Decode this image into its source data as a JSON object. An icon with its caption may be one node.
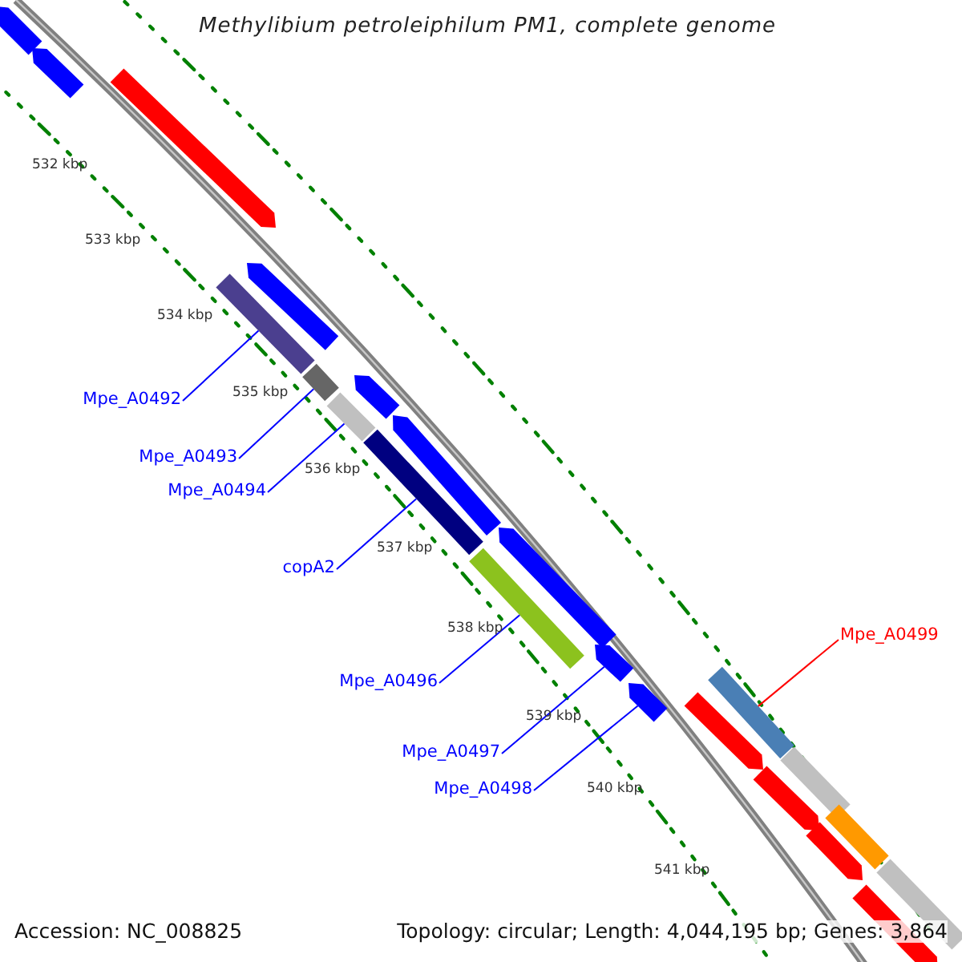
{
  "diagram": {
    "title": "Methylibium petroleiphilum PM1, complete genome",
    "nodes": [
      {
        "text": [
          "Mpe_A0492"
        ]
      },
      {
        "text": [
          "Mpe_A0493"
        ]
      },
      {
        "text": [
          "Mpe_A0494"
        ]
      },
      {
        "text": [
          "copA2"
        ]
      },
      {
        "text": [
          "Mpe_A0496"
        ]
      },
      {
        "text": [
          "Mpe_A0497"
        ]
      },
      {
        "text": [
          "Mpe_A0498"
        ]
      },
      {
        "text": [
          "Mpe_A0499"
        ]
      },
      {
        "text": [],
        "shape": "bar"
      },
      {
        "text": [],
        "shape": "bar"
      },
      {
        "text": [],
        "shape": "bar"
      },
      {
        "text": [],
        "shape": "bar"
      },
      {
        "text": [],
        "shape": "bar"
      },
      {
        "text": [],
        "shape": "bar"
      },
      {
        "text": [],
        "shape": "bar"
      },
      {
        "text": [],
        "shape": "bar"
      },
      {
        "text": [],
        "shape": "bar"
      },
      {
        "text": [],
        "shape": "bar"
      },
      {
        "text": [],
        "shape": "bar"
      },
      {
        "text": [],
        "shape": "bar"
      },
      {
        "text": [],
        "shape": "bar"
      },
      {
        "text": [],
        "shape": "bar"
      },
      {
        "text": [],
        "shape": "bar"
      },
      {
        "text": [],
        "shape": "bar"
      },
      {
        "text": [],
        "shape": "bar"
      },
      {
        "text": [],
        "shape": "bar"
      },
      {
        "text": [],
        "shape": "bar"
      },
      {
        "text": [],
        "shape": "bar"
      },
      {
        "text": [],
        "shape": "bar"
      },
      {
        "text": [],
        "shape": "bar"
      }
    ],
    "edges": [
      {
        "from": 0,
        "to": 8,
        "arrow": "none"
      },
      {
        "from": 1,
        "to": 9,
        "arrow": "none"
      },
      {
        "from": 2,
        "to": 10,
        "arrow": "none"
      },
      {
        "from": 3,
        "to": 11,
        "arrow": "none"
      },
      {
        "from": 4,
        "to": 12,
        "arrow": "none"
      },
      {
        "from": 5,
        "to": 13,
        "arrow": "none"
      },
      {
        "from": 6,
        "to": 14,
        "arrow": "none"
      },
      {
        "from": 7,
        "to": 15,
        "arrow": "none",
        "color": "#ff0000"
      }
    ],
    "labels": [
      "532 kbp",
      "533 kbp",
      "534 kbp",
      "535 kbp",
      "536 kbp",
      "537 kbp",
      "538 kbp",
      "539 kbp",
      "540 kbp",
      "541 kbp",
      "Accession: NC_008825",
      "Topology: circular; Length: 4,044,195 bp; Genes: 3,864"
    ]
  }
}
